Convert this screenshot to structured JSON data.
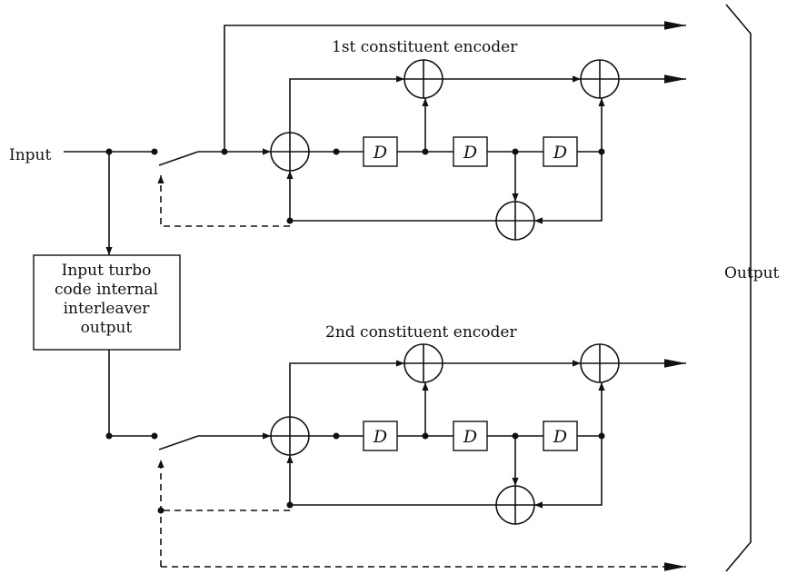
{
  "labels": {
    "input": "Input",
    "output": "Output",
    "encoder1": "1st constituent encoder",
    "encoder2": "2nd constituent encoder",
    "interleaver": [
      "Input turbo",
      "code internal",
      "interleaver",
      "output"
    ],
    "delay": "D"
  },
  "colors": {
    "line": "#111111",
    "background": "#ffffff"
  }
}
